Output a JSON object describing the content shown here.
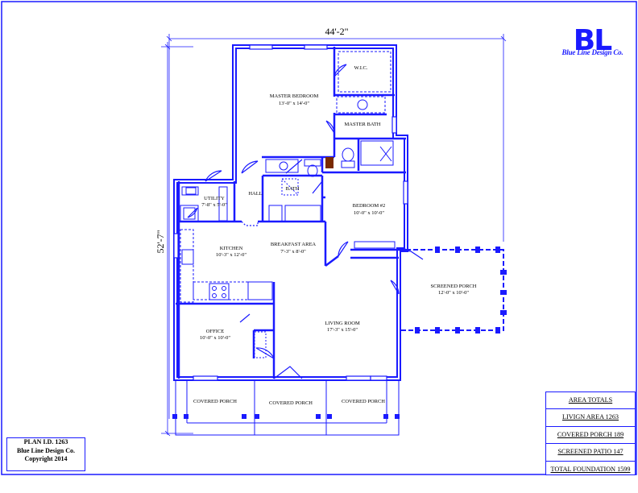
{
  "dimensions": {
    "width": "44'-2\"",
    "depth": "52'-7\""
  },
  "logo": {
    "letters": "BL",
    "tagline": "Blue Line Design Co."
  },
  "plan_info": {
    "line1": "PLAN I.D.  1263",
    "line2": "Blue Line Design Co.",
    "line3": "Copyright 2014"
  },
  "area_totals": {
    "title": "AREA TOTALS",
    "rows": [
      "LIVIGN AREA  1263",
      "COVERED PORCH  189",
      "SCREENED PATIO  147",
      "TOTAL FOUNDATION  1599"
    ]
  },
  "rooms": {
    "wic": {
      "name": "W.I.C."
    },
    "master_bedroom": {
      "name": "MASTER BEDROOM",
      "size": "13'-0\" x 14'-0\""
    },
    "master_bath": {
      "name": "MASTER BATH"
    },
    "hall": {
      "name": "HALL"
    },
    "bath": {
      "name": "BATH"
    },
    "utility": {
      "name": "UTILITY",
      "size": "7'-8\" x 5'-0\""
    },
    "bedroom2": {
      "name": "BEDROOM #2",
      "size": "10'-0\" x 10'-0\""
    },
    "kitchen": {
      "name": "KITCHEN",
      "size": "10'-3\" x 12'-0\""
    },
    "breakfast": {
      "name": "BREAKFAST AREA",
      "size": "7'-3\" x 8'-0\""
    },
    "screened_porch": {
      "name": "SCREENED PORCH",
      "size": "12'-0\" x 10'-0\""
    },
    "living_room": {
      "name": "LIVING ROOM",
      "size": "17'-3\" x 15'-0\""
    },
    "office": {
      "name": "OFFICE",
      "size": "10'-0\" x 10'-0\""
    },
    "covered_porch_left": {
      "name": "COVERED PORCH"
    },
    "covered_porch_center": {
      "name": "COVERED PORCH"
    },
    "covered_porch_right": {
      "name": "COVERED PORCH"
    }
  },
  "colors": {
    "wall": "#1a1aff",
    "text": "#000000",
    "accent": "#7a2a00"
  }
}
